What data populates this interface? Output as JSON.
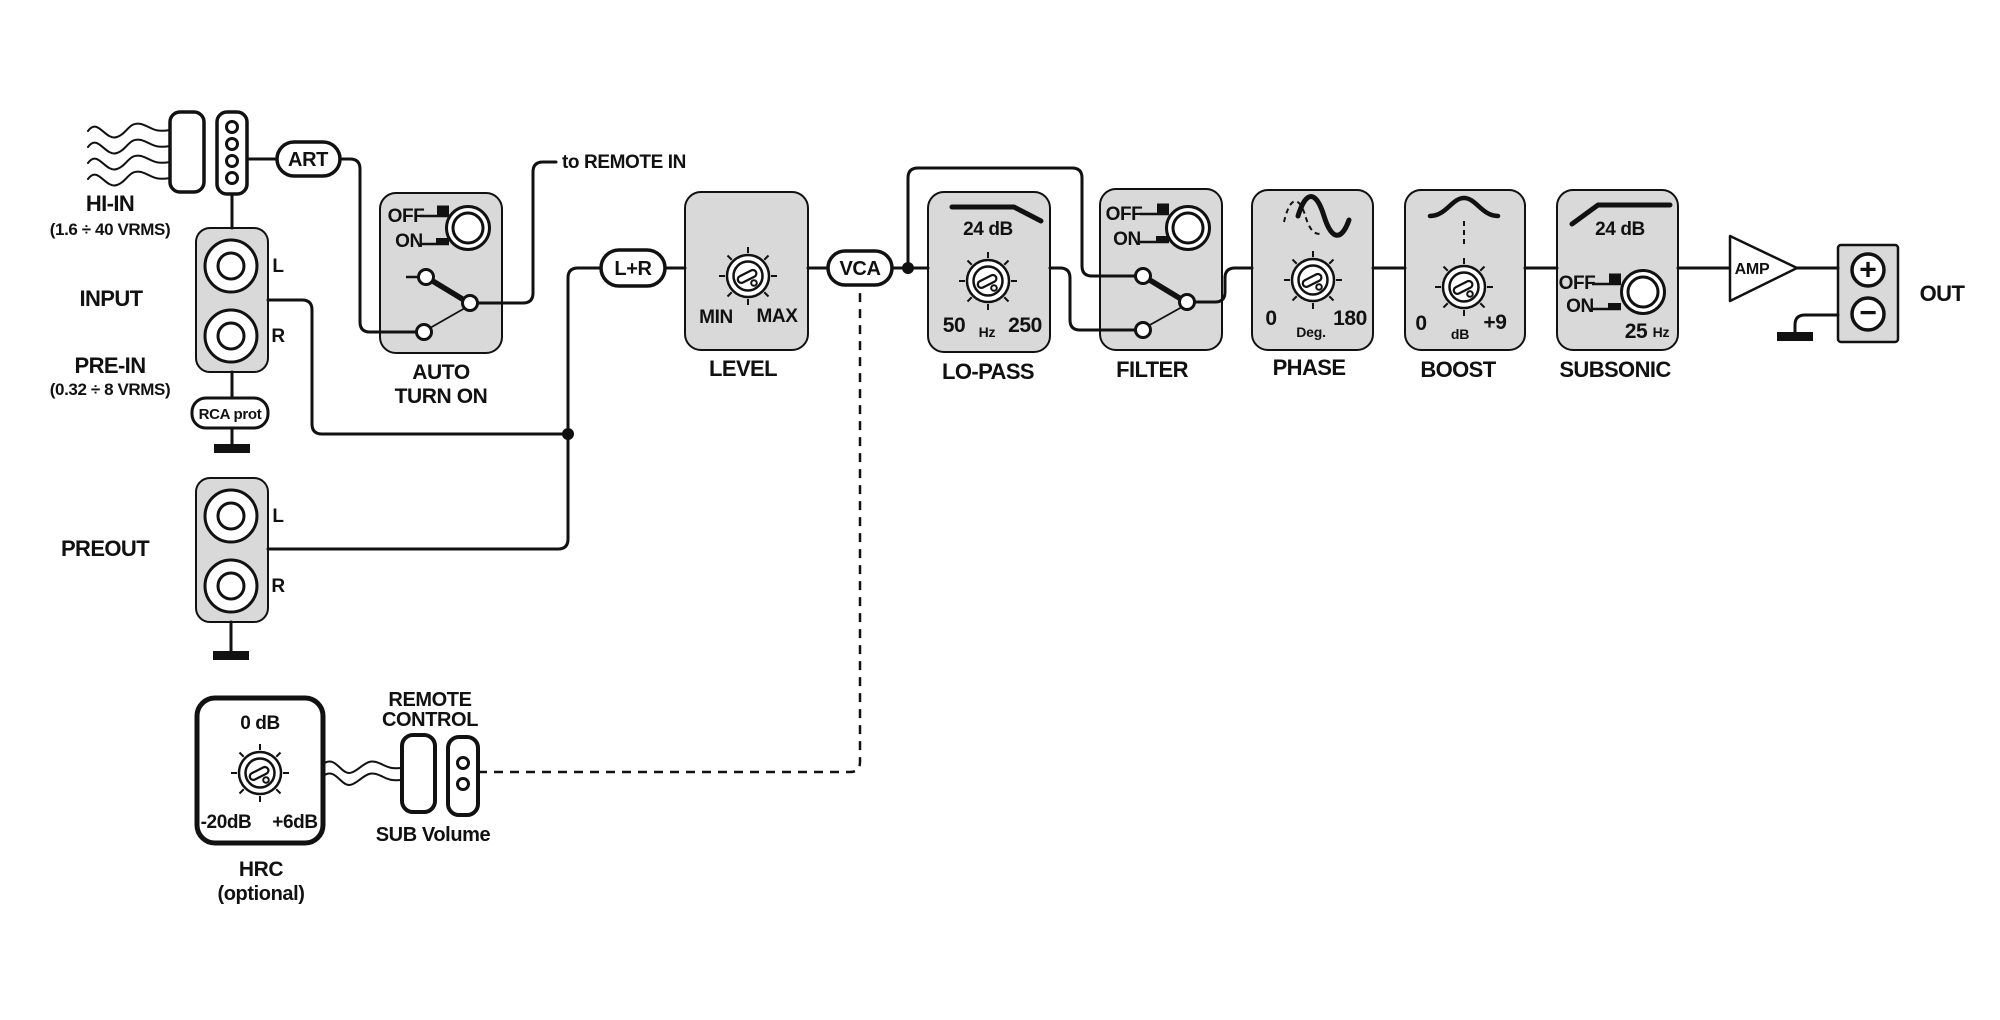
{
  "palette": {
    "background": "#ffffff",
    "block_fill": "#d9d9d9",
    "stroke": "#111111"
  },
  "hi_in": {
    "title": "HI-IN",
    "range": "(1.6 ÷ 40 VRMS)"
  },
  "art": {
    "label": "ART"
  },
  "input": {
    "title": "INPUT",
    "jack_left": "L",
    "jack_right": "R"
  },
  "pre_in": {
    "title": "PRE-IN",
    "range": "(0.32 ÷ 8 VRMS)"
  },
  "rca_prot": {
    "label": "RCA prot"
  },
  "auto_turn_on": {
    "off": "OFF",
    "on": "ON",
    "title_line1": "AUTO",
    "title_line2": "TURN ON"
  },
  "remote_note": {
    "label": "to REMOTE IN"
  },
  "sum_pill": {
    "label": "L+R"
  },
  "level": {
    "min": "MIN",
    "max": "MAX",
    "title": "LEVEL"
  },
  "vca_pill": {
    "label": "VCA"
  },
  "lo_pass": {
    "slope": "24 dB",
    "min": "50",
    "unit": "Hz",
    "max": "250",
    "title": "LO-PASS"
  },
  "filter": {
    "off": "OFF",
    "on": "ON",
    "title": "FILTER"
  },
  "phase": {
    "min": "0",
    "unit": "Deg.",
    "max": "180",
    "title": "PHASE"
  },
  "boost": {
    "min": "0",
    "unit": "dB",
    "max": "+9",
    "title": "BOOST"
  },
  "subsonic": {
    "slope": "24 dB",
    "off": "OFF",
    "on": "ON",
    "freq": "25",
    "unit": "Hz",
    "title": "SUBSONIC"
  },
  "amp": {
    "label": "AMP"
  },
  "out": {
    "title": "OUT",
    "plus": "+",
    "minus": "−"
  },
  "preout": {
    "title": "PREOUT",
    "jack_left": "L",
    "jack_right": "R"
  },
  "hrc": {
    "top": "0 dB",
    "min": "-20dB",
    "max": "+6dB",
    "title": "HRC",
    "subtitle": "(optional)"
  },
  "remote_control": {
    "title_line1": "REMOTE",
    "title_line2": "CONTROL",
    "subtitle": "SUB Volume"
  }
}
